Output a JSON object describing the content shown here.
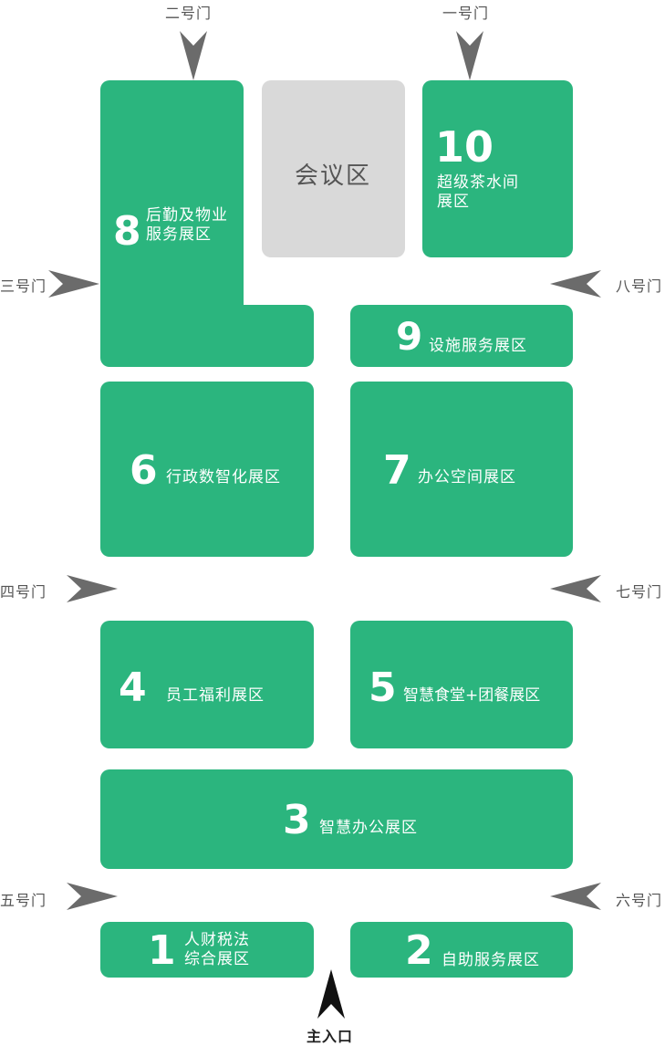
{
  "gates": {
    "gate1": "一号门",
    "gate2": "二号门",
    "gate3": "三号门",
    "gate4": "四号门",
    "gate5": "五号门",
    "gate6": "六号门",
    "gate7": "七号门",
    "gate8": "八号门"
  },
  "main_entrance": "主入口",
  "meeting_area": "会议区",
  "zones": {
    "z1": {
      "num": "1",
      "label": "人财税法\n综合展区"
    },
    "z2": {
      "num": "2",
      "label": "自助服务展区"
    },
    "z3": {
      "num": "3",
      "label": "智慧办公展区"
    },
    "z4": {
      "num": "4",
      "label": "员工福利展区"
    },
    "z5": {
      "num": "5",
      "label": "智慧食堂+团餐展区"
    },
    "z6": {
      "num": "6",
      "label": "行政数智化展区"
    },
    "z7": {
      "num": "7",
      "label": "办公空间展区"
    },
    "z8": {
      "num": "8",
      "label": "后勤及物业\n服务展区"
    },
    "z9": {
      "num": "9",
      "label": "设施服务展区"
    },
    "z10": {
      "num": "10",
      "label": "超级茶水间\n展区"
    }
  },
  "colors": {
    "zone": "#2bb57e",
    "meeting": "#d9d9d9",
    "arrow": "#6b6b6b",
    "main_arrow": "#111111"
  }
}
